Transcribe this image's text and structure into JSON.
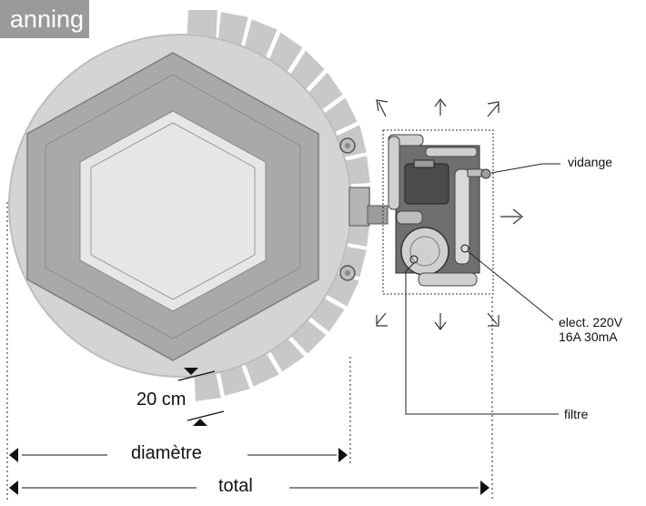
{
  "header": {
    "tab_text": "anning"
  },
  "labels": {
    "vidange": "vidange",
    "elect_line1": "elect. 220V",
    "elect_line2": "16A 30mA",
    "filtre": "filtre",
    "gap": "20 cm",
    "diametre": "diamètre",
    "total": "total"
  },
  "colors": {
    "deck": "#c4c4c4",
    "pool_disc": "#d4d4d4",
    "frame": "#a9a9a9",
    "water": "#e6e6e6",
    "line": "#222222"
  }
}
